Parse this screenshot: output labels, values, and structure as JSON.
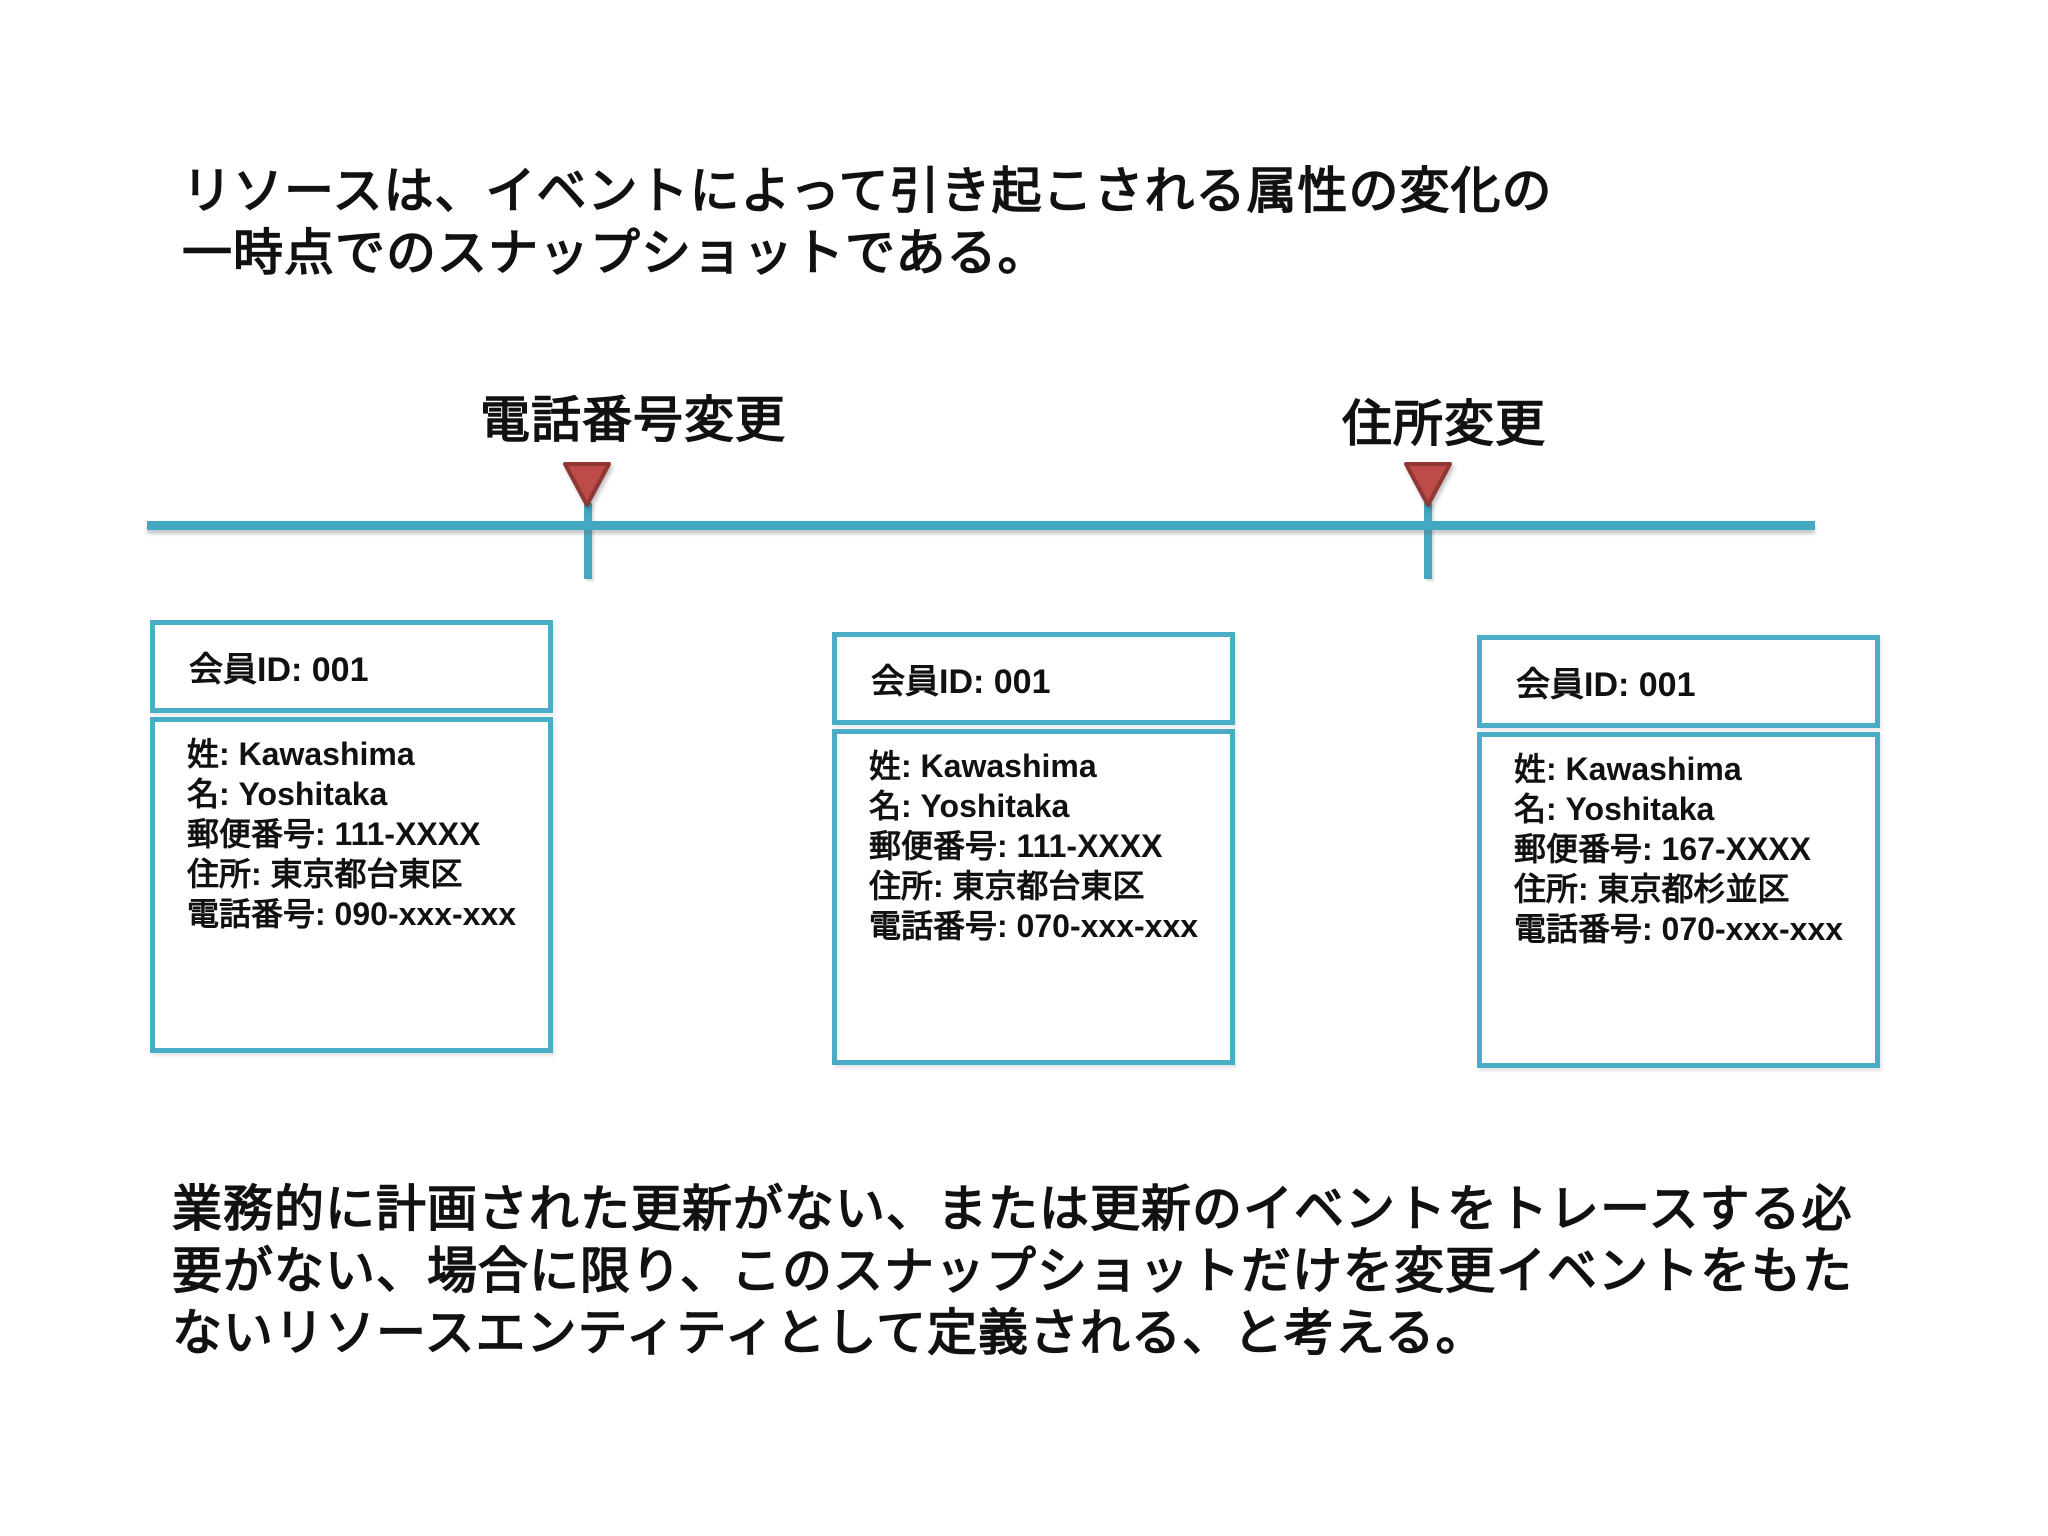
{
  "intro": {
    "line1": "リソースは、イベントによって引き起こされる属性の変化の",
    "line2": "一時点でのスナップショットである。"
  },
  "timeline": {
    "events": [
      {
        "id": "phone-number-change",
        "label": "電話番号変更",
        "marker_icon": "triangle-down-icon"
      },
      {
        "id": "address-change",
        "label": "住所変更",
        "marker_icon": "triangle-down-icon"
      }
    ]
  },
  "snapshots": [
    {
      "header": "会員ID: 001",
      "fields": [
        "姓: Kawashima",
        "名: Yoshitaka",
        "郵便番号: 111-XXXX",
        "住所: 東京都台東区",
        "電話番号: 090-xxx-xxx"
      ]
    },
    {
      "header": "会員ID: 001",
      "fields": [
        "姓: Kawashima",
        "名: Yoshitaka",
        "郵便番号: 111-XXXX",
        "住所: 東京都台東区",
        "電話番号: 070-xxx-xxx"
      ]
    },
    {
      "header": "会員ID: 001",
      "fields": [
        "姓: Kawashima",
        "名: Yoshitaka",
        "郵便番号: 167-XXXX",
        "住所: 東京都杉並区",
        "電話番号: 070-xxx-xxx"
      ]
    }
  ],
  "conclusion": {
    "line1": "業務的に計画された更新がない、または更新のイベントをトレースする必",
    "line2": "要がない、場合に限り、このスナップショットだけを変更イベントをもた",
    "line3": "ないリソースエンティティとして定義される、と考える。"
  },
  "colors": {
    "accent_teal": "#4bacc6",
    "timeline_teal": "#44a8c3",
    "marker_red": "#be4b47",
    "marker_red_border": "#8e3734",
    "text": "#111111",
    "background": "#ffffff"
  }
}
